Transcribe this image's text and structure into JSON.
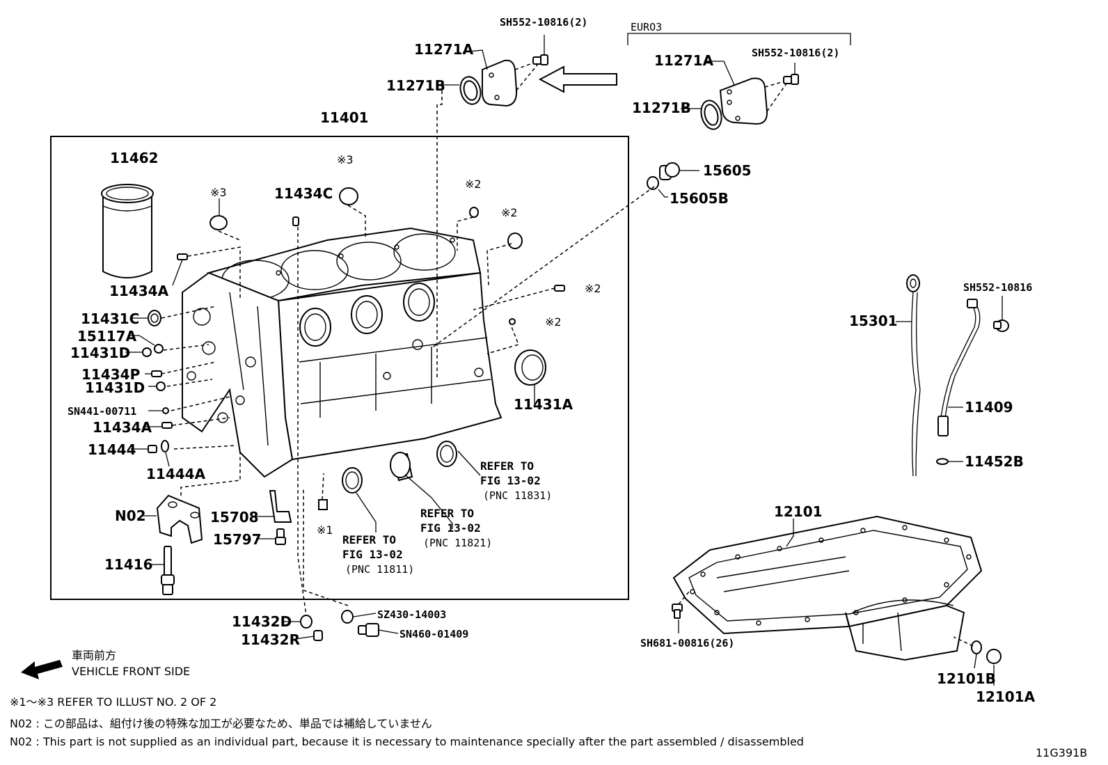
{
  "labels": {
    "sh552_top": "SH552-10816(2)",
    "euro3": "EURO3",
    "p11271a_l": "11271A",
    "p11271b_l": "11271B",
    "p11271a_r": "11271A",
    "sh552_euro": "SH552-10816(2)",
    "p11271b_r": "11271B",
    "p11401": "11401",
    "p11462": "11462",
    "mark3_a": "※3",
    "p11434c": "11434C",
    "mark3_b": "※3",
    "mark2_a": "※2",
    "mark2_b": "※2",
    "p15605": "15605",
    "p15605b": "15605B",
    "p11434a_top": "11434A",
    "mark2_c": "※2",
    "mark2_d": "※2",
    "p11431c": "11431C",
    "p15117a": "15117A",
    "p11431d_a": "11431D",
    "p11434p": "11434P",
    "p11431d_b": "11431D",
    "sn441": "SN441-00711",
    "p11434a_bot": "11434A",
    "p11444": "11444",
    "p11444a": "11444A",
    "p11431a": "11431A",
    "n02": "N02",
    "p15708": "15708",
    "p15797": "15797",
    "mark1": "※1",
    "p11416": "11416",
    "p15301": "15301",
    "sh552_gauge": "SH552-10816",
    "p11409": "11409",
    "p11452b": "11452B",
    "p12101": "12101",
    "sz430": "SZ430-14003",
    "sn460": "SN460-01409",
    "p11432d": "11432D",
    "p11432r": "11432R",
    "sh681": "SH681-00816(26)",
    "p12101b": "12101B",
    "p12101a": "12101A"
  },
  "refs": {
    "r1_line1": "REFER TO",
    "r1_line2": "FIG 13-02",
    "r1_line3": "(PNC 11831)",
    "r2_line1": "REFER TO",
    "r2_line2": "FIG 13-02",
    "r2_line3": "(PNC 11821)",
    "r3_line1": "REFER TO",
    "r3_line2": "FIG 13-02",
    "r3_line3": "(PNC 11811)"
  },
  "legend": {
    "front_jp": "車両前方",
    "front_en": "VEHICLE FRONT SIDE",
    "refer_note": "※1～※3  REFER TO ILLUST NO. 2 OF 2",
    "n02_jp": "N02 : この部品は、組付け後の特殊な加工が必要なため、単品では補給していません",
    "n02_en": "N02 : This part is not supplied as an individual part, because it is necessary to maintenance specially after the part assembled / disassembled",
    "diagram_id": "11G391B"
  }
}
